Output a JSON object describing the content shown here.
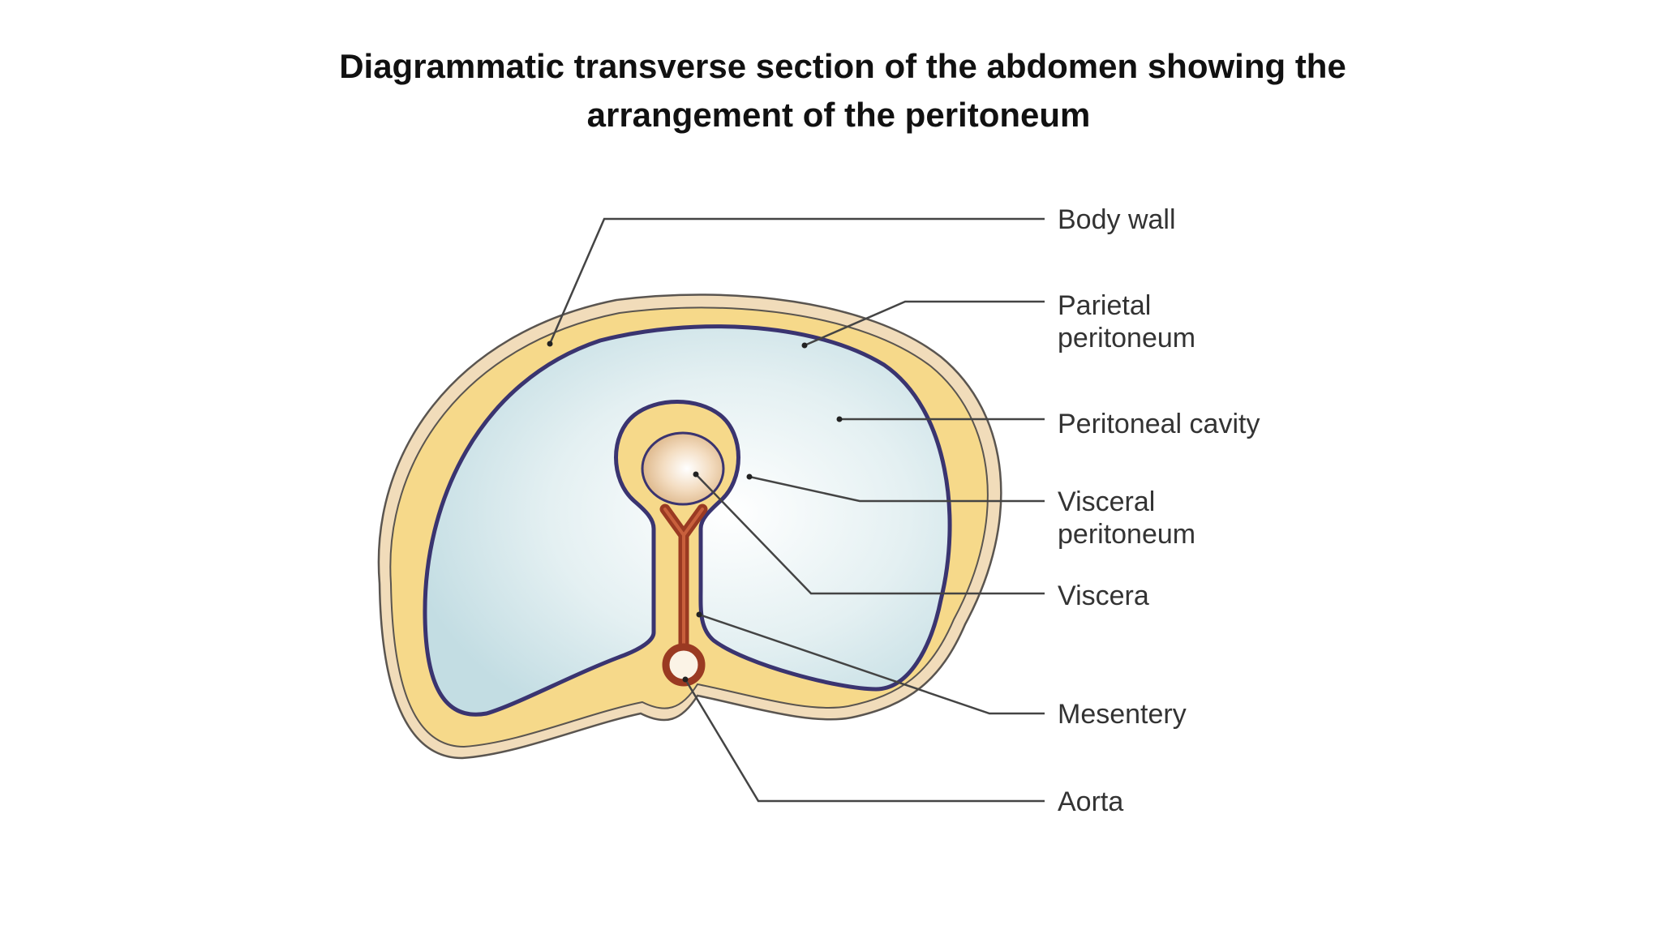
{
  "title": {
    "line1": "Diagrammatic transverse section of the abdomen showing the",
    "line2": "arrangement of the peritoneum"
  },
  "labels": {
    "body_wall": "Body wall",
    "parietal_line1": "Parietal",
    "parietal_line2": "peritoneum",
    "peritoneal_cavity": "Peritoneal cavity",
    "visceral_line1": "Visceral",
    "visceral_line2": "peritoneum",
    "viscera": "Viscera",
    "mesentery": "Mesentery",
    "aorta": "Aorta"
  },
  "colors": {
    "body_wall_fill": "#f1dcba",
    "fat_fill": "#f6d98a",
    "cavity_fill": "#cfe4e8",
    "peritoneum_line": "#3a3470",
    "viscera_fill": "#e9c9a0",
    "aorta_red": "#9a3a22",
    "leader_line": "#444444"
  }
}
